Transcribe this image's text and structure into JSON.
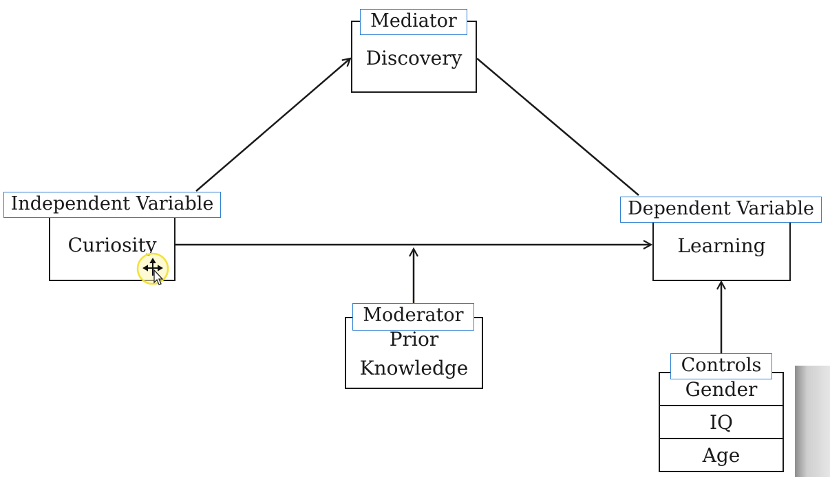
{
  "nodes": {
    "mediator": {
      "role": "Mediator",
      "name": "Discovery"
    },
    "independent": {
      "role": "Independent Variable",
      "name": "Curiosity"
    },
    "dependent": {
      "role": "Dependent Variable",
      "name": "Learning"
    },
    "moderator": {
      "role": "Moderator",
      "name_line1": "Prior",
      "name_line2": "Knowledge"
    },
    "controls": {
      "role": "Controls",
      "items": [
        "Gender",
        "IQ",
        "Age"
      ]
    }
  },
  "edges": [
    {
      "from": "independent",
      "to": "mediator",
      "arrow": true
    },
    {
      "from": "mediator",
      "to": "dependent",
      "arrow": false
    },
    {
      "from": "independent",
      "to": "dependent",
      "arrow": true
    },
    {
      "from": "moderator",
      "to": "independent-dependent-edge",
      "arrow": true
    },
    {
      "from": "controls",
      "to": "dependent",
      "arrow": true
    }
  ],
  "colors": {
    "label_border": "#2f80d0",
    "line": "#1a1a1a",
    "cursor_highlight": "#f2e23a"
  },
  "icons": {
    "cursor": "move-cursor-icon",
    "thumbnail": "webcam-thumbnail"
  }
}
